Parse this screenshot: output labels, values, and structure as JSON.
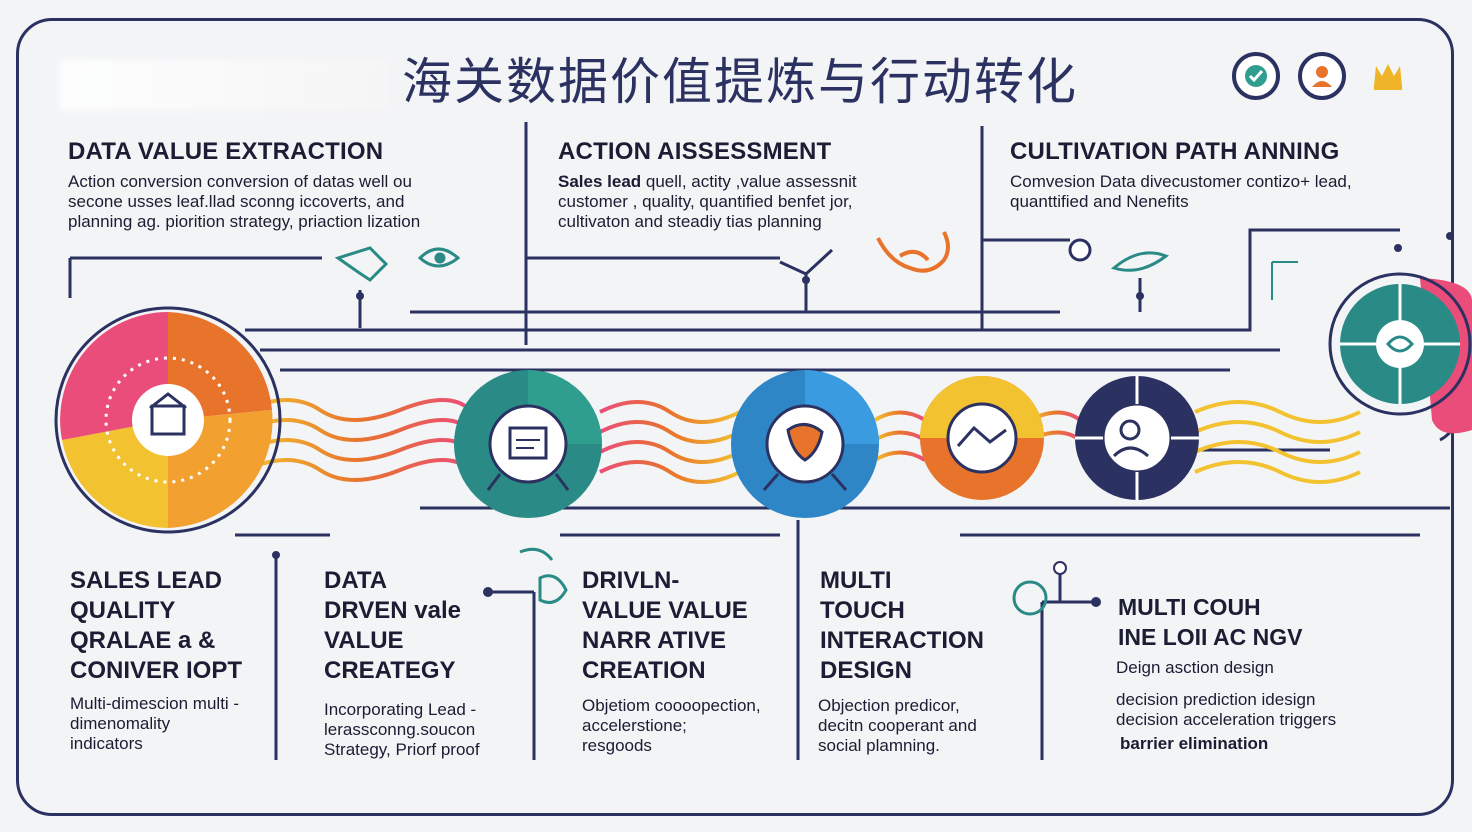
{
  "title": "海关数据价值提炼与行动转化",
  "top_icons": [
    {
      "name": "check-shield-icon",
      "color": "#2f9e8f"
    },
    {
      "name": "user-icon",
      "color": "#e8742c"
    },
    {
      "name": "crown-icon",
      "color": "#f0b429"
    }
  ],
  "top_sections": [
    {
      "heading": "DATA VALUE EXTRACTION",
      "lines": [
        "Action conversion conversion of datas well ou",
        "secone usses leaf.llad sconng iccoverts, and",
        "planning ag. piorition strategy, priaction lization"
      ]
    },
    {
      "heading": "ACTION AISSESSMENT",
      "lead": "Sales lead",
      "lines": [
        " quell, actity ,value assessnit",
        "customer , quality, quantified benfet jor,",
        "cultivaton and steadiy tias planning"
      ]
    },
    {
      "heading": "CULTIVATION PATH ANNING",
      "lines": [
        "Comvesion Data divecustomer contizo+ lead,",
        "quanttified and Nenefits"
      ]
    }
  ],
  "bottom_sections": [
    {
      "heading": [
        "SALES LEAD",
        "QUALITY",
        "QRALAE  a &",
        "CONIVER IOPT"
      ],
      "lines": [
        "Multi-dimescion multi -",
        "dimenomality",
        "indicators"
      ]
    },
    {
      "heading": [
        "DATA",
        "DRVEN vale",
        "VALUE",
        "CREATEGY"
      ],
      "lines": [
        "Incorporating Lead -",
        "lerassconng.soucon",
        "Strategy, Priorf proof"
      ]
    },
    {
      "heading": [
        "DRIVLN-",
        "VALUE VALUE",
        "NARR ATIVE",
        "CREATION"
      ],
      "lines": [
        "Objetiom coooopection,",
        "accelerstione;",
        "resgoods"
      ]
    },
    {
      "heading": [
        "MULTI",
        "TOUCH",
        "INTERACTION",
        "DESIGN"
      ],
      "lines": [
        "Objection predicor,",
        "decitn cooperant and",
        "social plamning."
      ]
    },
    {
      "heading": [
        "MULTI COUH",
        "INE LOII AC NGV"
      ],
      "lines": [
        "Deign asction design",
        "",
        "decision prediction idesign",
        "decision acceleration triggers"
      ],
      "bold_line": "barrier elimination"
    }
  ],
  "flow_nodes": [
    {
      "name": "document-icon",
      "color": "#2a8a86"
    },
    {
      "name": "handshake-icon",
      "color": "#2f86c6"
    },
    {
      "name": "chart-icon",
      "color": "#e8742c"
    },
    {
      "name": "people-icon",
      "color": "#2b3160"
    }
  ],
  "colors": {
    "navy": "#2b3160",
    "teal": "#2a8a86",
    "orange": "#e8742c",
    "yellow": "#f2c230",
    "pink": "#ea4d7a",
    "blue": "#2f86c6"
  }
}
